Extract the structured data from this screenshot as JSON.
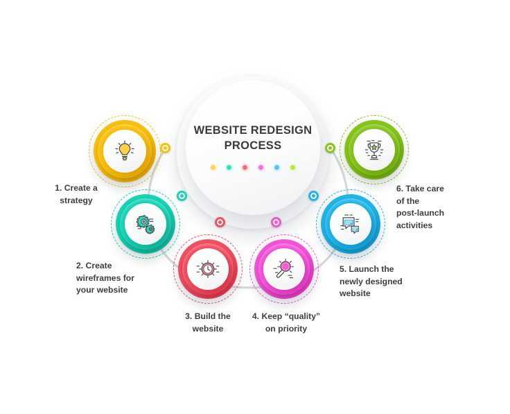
{
  "hub": {
    "title": "WEBSITE REDESIGN PROCESS",
    "dot_colors": [
      "#ffd24a",
      "#2fe0c0",
      "#fb6b72",
      "#fb6ae0",
      "#4ec8f7",
      "#b6ea3a"
    ]
  },
  "steps": [
    {
      "number": "1",
      "label": "1. Create a\nstrategy",
      "icon": "lightbulb-icon",
      "color": "#f9c00c",
      "color_dark": "#d99a00",
      "marker_color": "#f9c00c",
      "align": "center"
    },
    {
      "number": "2",
      "label": "2. Create\n    wireframes for\n    your website",
      "icon": "gears-icon",
      "color": "#16d4b4",
      "color_dark": "#0fa891",
      "marker_color": "#16d4b4",
      "align": "left"
    },
    {
      "number": "3",
      "label": "3. Build the\nwebsite",
      "icon": "clock-icon",
      "color": "#f24f60",
      "color_dark": "#d12f45",
      "marker_color": "#f24f60",
      "align": "center"
    },
    {
      "number": "4",
      "label": "4. Keep “quality”\non priority",
      "icon": "magnifier-icon",
      "color": "#f452d8",
      "color_dark": "#d22fb4",
      "marker_color": "#f452d8",
      "align": "center"
    },
    {
      "number": "5",
      "label": "5. Launch the\n    newly designed\n    website",
      "icon": "browser-windows-icon",
      "color": "#1fb6ea",
      "color_dark": "#0d8fc4",
      "marker_color": "#1fb6ea",
      "align": "left"
    },
    {
      "number": "6",
      "label": "6. Take care\n    of the\n    post-launch\n    activities",
      "icon": "trophy-icon",
      "color": "#86c51a",
      "color_dark": "#6aa30c",
      "marker_color": "#86c51a",
      "align": "left"
    }
  ],
  "arc": {
    "color": "#d6d9dc"
  }
}
